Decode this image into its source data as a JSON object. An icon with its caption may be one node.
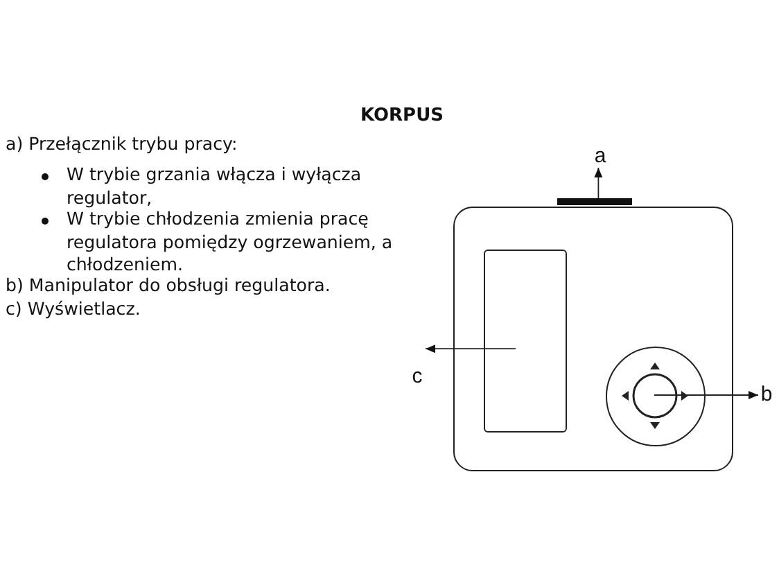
{
  "diagram": {
    "title": "KORPUS",
    "nodes": [
      {
        "text": [],
        "shape": "box"
      },
      {
        "text": [],
        "shape": "bar"
      },
      {
        "text": [],
        "shape": "box",
        "in": 0
      },
      {
        "text": [],
        "shape": "circle",
        "in": 0
      },
      {
        "text": [
          "a"
        ]
      },
      {
        "text": [
          "b"
        ]
      },
      {
        "text": [
          "c"
        ]
      }
    ],
    "edges": [
      {
        "from": 1,
        "to": 4,
        "arrow": "to"
      },
      {
        "from": 3,
        "to": 5,
        "arrow": "to"
      },
      {
        "from": 2,
        "to": 6,
        "arrow": "to"
      }
    ],
    "labels": [
      "a) Przełącznik trybu pracy:",
      "W trybie grzania włącza i wyłącza regulator,",
      "W trybie chłodzenia zmienia pracę regulatora pomiędzy ogrzewaniem, a chłodzeniem.",
      "b) Manipulator do obsługi regulatora.",
      "c) Wyświetlacz."
    ]
  }
}
